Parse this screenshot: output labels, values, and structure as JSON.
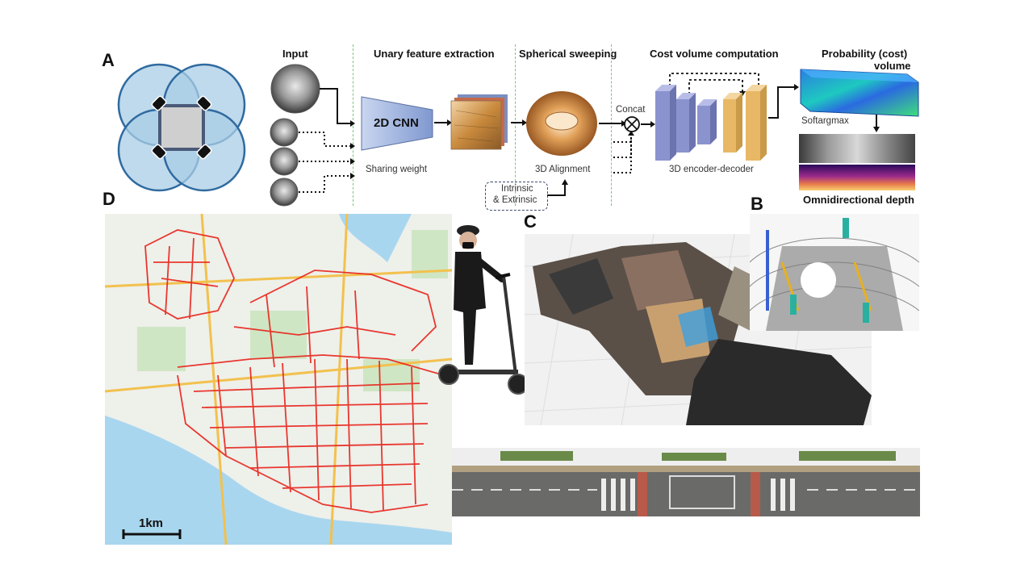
{
  "labels": {
    "panel_a": "A",
    "panel_b": "B",
    "panel_c": "C",
    "panel_d": "D"
  },
  "pipeline": {
    "input_title": "Input",
    "unary_title": "Unary feature extraction",
    "cnn_label": "2D CNN",
    "sharing_weight": "Sharing weight",
    "sweep_title": "Spherical sweeping",
    "alignment": "3D Alignment",
    "intrinsic_line1": "Intrinsic",
    "intrinsic_line2": "& Extrinsic",
    "concat": "Concat",
    "cost_title": "Cost volume computation",
    "encoder_decoder": "3D encoder-decoder",
    "prob_title_line1": "Probability (cost)",
    "prob_title_line2": "volume",
    "softargmax": "Softargmax",
    "omni_depth": "Omnidirectional depth"
  },
  "map": {
    "scale_label": "1km"
  },
  "colors": {
    "rig_blue": "#2f6aa0",
    "rig_fill": "#a9cde6",
    "cnn_blue": "#8fa9d8",
    "enc_blue": "#8b93cf",
    "enc_gold": "#e8b866",
    "route_red": "#e8231b",
    "divider_green": "#7cc47c"
  }
}
